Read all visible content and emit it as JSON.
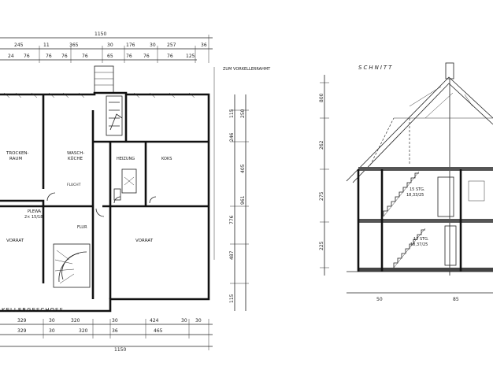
{
  "floor_plan": {
    "title": "KELLERGESCHOSS",
    "street_note": "ZUM VORKELLERRAHMT",
    "rooms": {
      "trocken_line1": "TROCKEN-",
      "trocken_line2": "RAUM",
      "waschkueche_line1": "WASCH-",
      "waschkueche_line2": "KÜCHE",
      "heizung": "HEIZUNG",
      "koks": "KOKS",
      "vorrat_left": "VORRAT",
      "vorrat_right": "VORRAT",
      "flur": "FLUR",
      "plewa": "PLEWA",
      "plewa_dim": "2× 15/18",
      "fluchtweg": "FLUCHT"
    },
    "dims_top": [
      "245",
      "11",
      "365",
      "30",
      "176",
      "30",
      "257",
      "36"
    ],
    "dims_top_total": "1150",
    "dims_bottom": [
      "329",
      "30",
      "320",
      "30",
      "424",
      "30",
      "30"
    ],
    "dims_bottom_row2": [
      "329",
      "30",
      "320",
      "36",
      "465"
    ],
    "dims_bottom_total": "1150",
    "dims_right": [
      "115",
      "246",
      "250",
      "405",
      "961",
      "776",
      "487",
      "115"
    ]
  },
  "section": {
    "title": "SCHNITT",
    "stair_upper": "15 STG.",
    "stair_upper_dim": "18,33/25",
    "stair_lower": "17 STG.",
    "stair_lower_dim": "18,37/25",
    "heights": [
      "800",
      "262",
      "275",
      "225"
    ],
    "dims_bottom": [
      "50",
      "85"
    ]
  }
}
